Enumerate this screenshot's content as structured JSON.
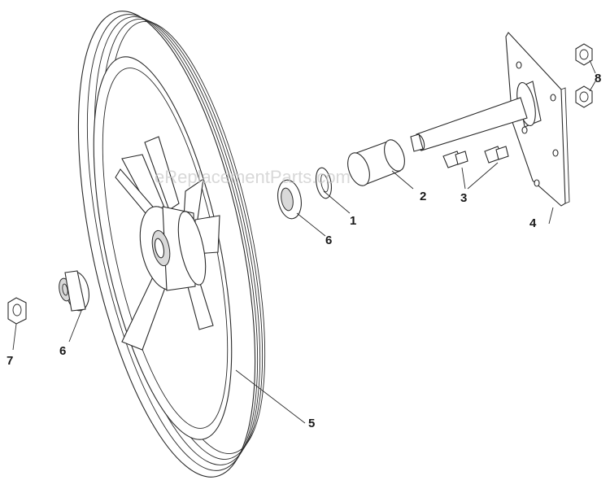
{
  "watermark": "eReplacementParts.com",
  "callouts": {
    "c1": "1",
    "c2": "2",
    "c3": "3",
    "c4": "4",
    "c5": "5",
    "c6a": "6",
    "c6b": "6",
    "c7": "7",
    "c8": "8"
  },
  "colors": {
    "line": "#2a2a2a",
    "label": "#1a1a1a",
    "watermark": "#c8c8c8"
  }
}
